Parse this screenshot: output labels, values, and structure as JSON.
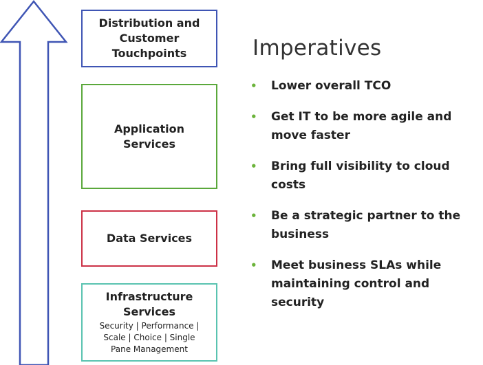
{
  "colors": {
    "arrow": "#3f55b4",
    "distribution_border": "#3f55b4",
    "application_border": "#5aa83b",
    "data_border": "#cc3146",
    "infrastructure_border": "#59c3b0",
    "bullet": "#6bb33a"
  },
  "layers": {
    "distribution": {
      "title": "Distribution and\nCustomer\nTouchpoints"
    },
    "application": {
      "title": "Application\nServices"
    },
    "data": {
      "title": "Data Services"
    },
    "infrastructure": {
      "title": "Infrastructure\nServices",
      "subtitle": "Security | Performance |\nScale | Choice | Single\nPane Management"
    }
  },
  "imperatives": {
    "heading": "Imperatives",
    "bullet_glyph": "•",
    "items": [
      {
        "text": "Lower overall TCO"
      },
      {
        "text": "Get IT to be more agile and move faster"
      },
      {
        "text": "Bring full visibility to cloud costs"
      },
      {
        "text": "Be a strategic partner to the business"
      },
      {
        "text": "Meet business SLAs while maintaining control and security"
      }
    ]
  }
}
